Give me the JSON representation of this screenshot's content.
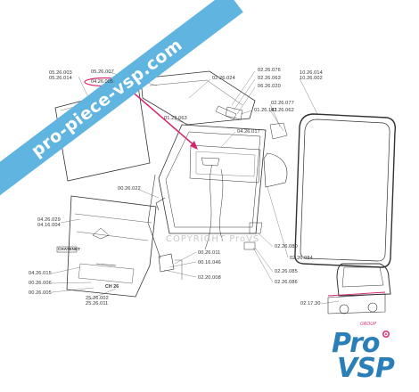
{
  "watermark": "pro-piece-vsp.com",
  "copyright": "COPYRIGHT ProVS",
  "highlighted_ref": "04.26.005",
  "logo": {
    "line1": "Pro",
    "line2": "VSP",
    "group": "GROUP",
    "accent": "#e0307a",
    "brand": "#2a7fb8"
  },
  "colors": {
    "ribbon": "#5fb4e0",
    "highlight": "#d6246e",
    "line": "#333333"
  },
  "labels": {
    "l05_26_003": "05.26.003",
    "l05_26_014": "05.26.014",
    "l05_26_007": "05.26.007",
    "l02_26_076": "02.26.076",
    "l02_26_063": "02.26.063",
    "l06_26_020": "06.26.020",
    "l02_26_024": "02.26.024",
    "l10_26_014": "10.26.014",
    "l10_26_002": "10.26.002",
    "l02_26_077": "02.26.077",
    "l02_26_062": "02.26.062",
    "l01_26_141": "01.26.141",
    "l01_22_063": "01.22.063",
    "l04_26_017": "04.26.017",
    "l00_26_022": "00.26.022",
    "l04_26_029": "04.26.029",
    "l04_16_004": "04.16.004",
    "l04_26_015": "04.26.015",
    "l00_26_006": "00.26.006",
    "l00_26_005": "00.26.005",
    "l25_26_002": "25.26.002",
    "l25_26_011": "25.26.011",
    "l00_26_011": "00.26.011",
    "l00_16_046": "00.16.046",
    "l02_20_008": "02.20.008",
    "l02_26_080": "02.26.080",
    "l02_26_084": "02.26.084",
    "l02_26_085": "02.26.085",
    "l02_26_086": "02.26.086",
    "l02_17_30": "02.17.30",
    "badge_chatenet": "CHATENET",
    "badge_ch26": "CH 26"
  }
}
